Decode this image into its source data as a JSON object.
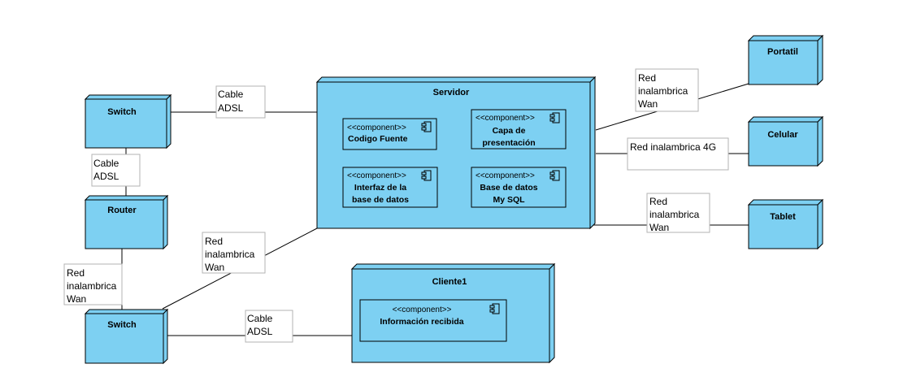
{
  "colors": {
    "node_fill": "#7dd0f2",
    "node_stroke": "#000000",
    "line": "#000000",
    "label_border": "#b3b3b3"
  },
  "nodes": {
    "switch_top": "Switch",
    "router": "Router",
    "switch_bottom": "Switch",
    "servidor": "Servidor",
    "cliente1": "Cliente1",
    "portatil": "Portatil",
    "celular": "Celular",
    "tablet": "Tablet"
  },
  "components": {
    "stereotype": "<<component>>",
    "codigo_fuente": [
      "Codigo Fuente"
    ],
    "capa_presentacion": [
      "Capa de",
      "presentación"
    ],
    "interfaz_bd": [
      "Interfaz de la",
      "base de datos"
    ],
    "bd_mysql": [
      "Base de datos",
      "My SQL"
    ],
    "info_recibida": [
      "Información recibida"
    ]
  },
  "connections": {
    "switch_servidor": [
      "Cable",
      "ADSL"
    ],
    "switch_router": [
      "Cable",
      "ADSL"
    ],
    "router_switch": [
      "Red",
      "inalambrica",
      "Wan"
    ],
    "switch_servidor_wan": [
      "Red",
      "inalambrica",
      "Wan"
    ],
    "switch_cliente": [
      "Cable",
      "ADSL"
    ],
    "servidor_portatil": [
      "Red",
      "inalambrica",
      "Wan"
    ],
    "servidor_celular": [
      "Red inalambrica 4G"
    ],
    "servidor_tablet": [
      "Red",
      "inalambrica",
      "Wan"
    ]
  },
  "icons": [
    "component-icon"
  ]
}
